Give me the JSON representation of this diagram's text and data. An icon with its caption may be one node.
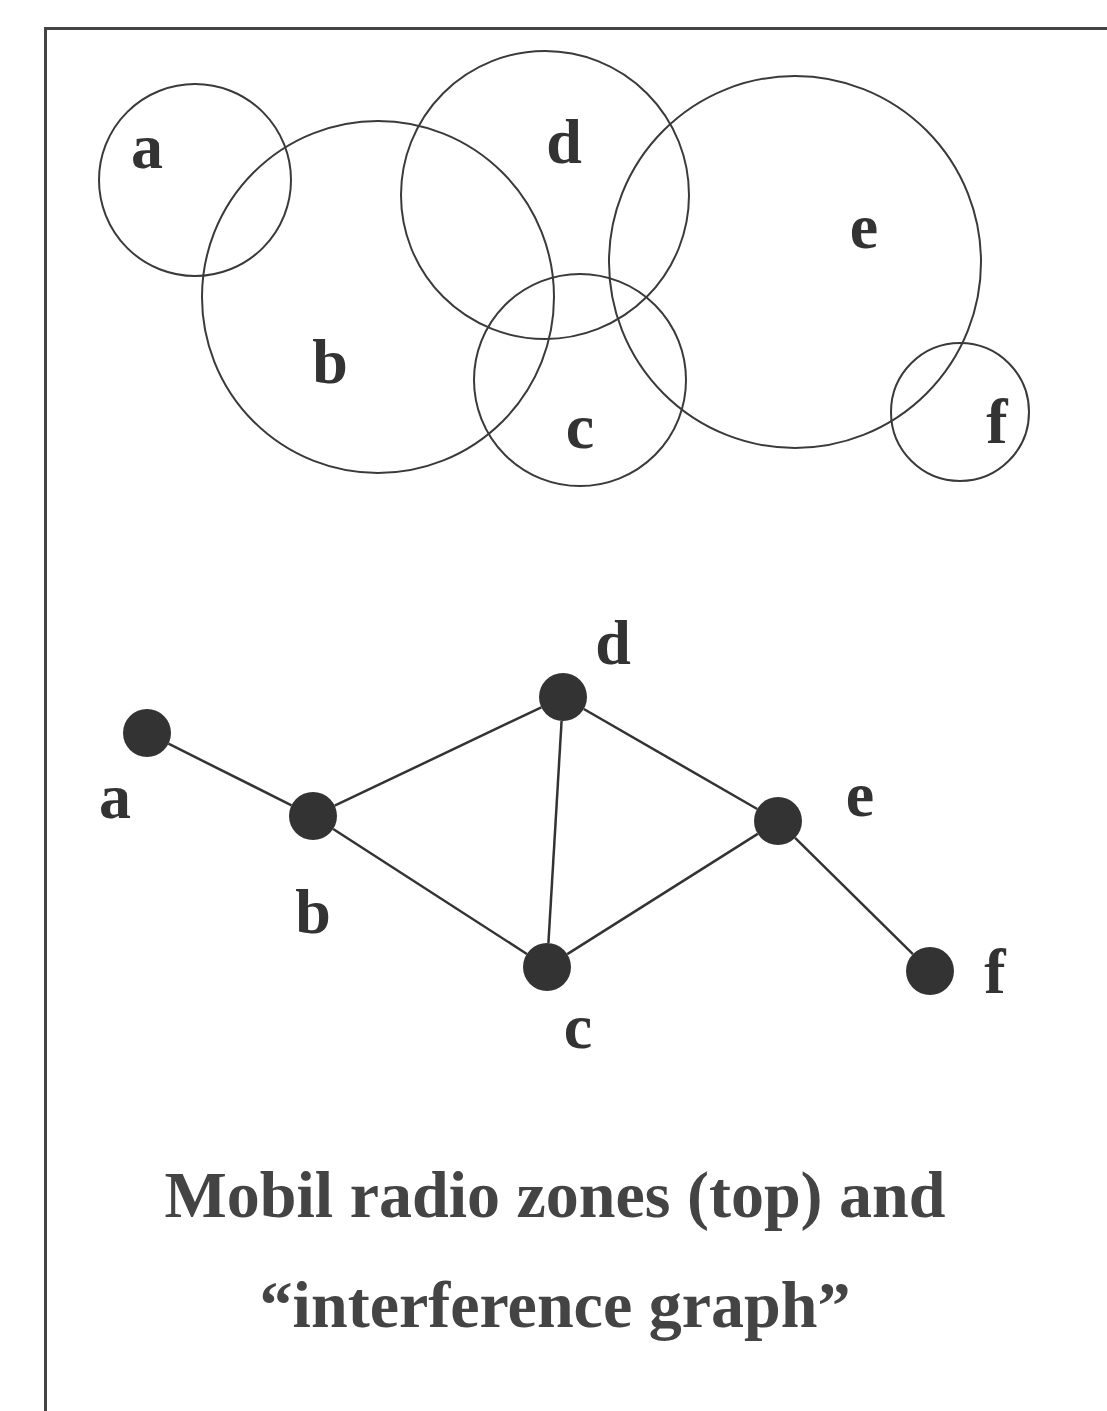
{
  "diagram": {
    "caption": "Mobil radio zones (top) and “interference graph”",
    "nodes": [
      {
        "text": [
          "a"
        ]
      },
      {
        "text": [
          "b"
        ]
      },
      {
        "text": [
          "d"
        ]
      },
      {
        "text": [
          "c"
        ]
      },
      {
        "text": [
          "e"
        ]
      },
      {
        "text": [
          "f"
        ]
      },
      {
        "text": [],
        "shape": "circle",
        "beside": [
          "a"
        ]
      },
      {
        "text": [],
        "shape": "circle",
        "beside": [
          "b"
        ]
      },
      {
        "text": [],
        "shape": "circle",
        "beside": [
          "d"
        ]
      },
      {
        "text": [],
        "shape": "circle",
        "beside": [
          "c"
        ]
      },
      {
        "text": [],
        "shape": "circle",
        "beside": [
          "e"
        ]
      },
      {
        "text": [],
        "shape": "circle",
        "beside": [
          "f"
        ]
      }
    ],
    "edges": [
      {
        "from": 6,
        "to": 7,
        "arrow": "none"
      },
      {
        "from": 7,
        "to": 8,
        "arrow": "none"
      },
      {
        "from": 7,
        "to": 9,
        "arrow": "none"
      },
      {
        "from": 8,
        "to": 9,
        "arrow": "none"
      },
      {
        "from": 8,
        "to": 10,
        "arrow": "none"
      },
      {
        "from": 9,
        "to": 10,
        "arrow": "none"
      },
      {
        "from": 10,
        "to": 11,
        "arrow": "none"
      }
    ]
  }
}
